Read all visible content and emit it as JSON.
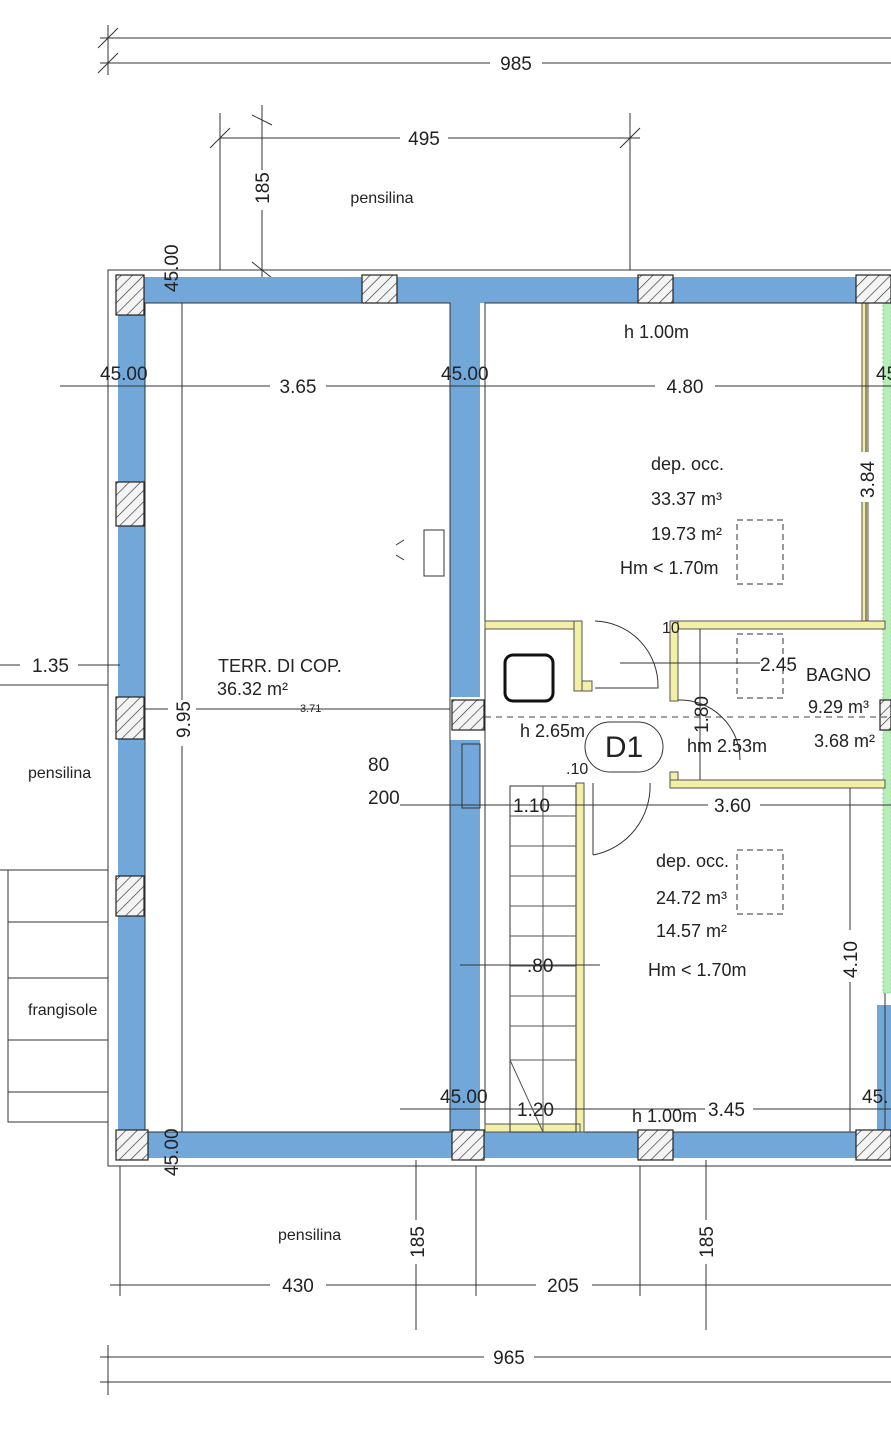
{
  "colors": {
    "wall": "#72a7da",
    "partition": "#f4efa6",
    "green": "#7fd67f"
  },
  "dimensions": {
    "total_top": "985",
    "total_bottom": "965",
    "canopy_top_width": "495",
    "canopy_top_depth": "185",
    "wall_top_left": "45.00",
    "wall_left": "45.00",
    "room_left_width": "3.65",
    "wall_mid": "45.00",
    "room_right_width": "4.80",
    "wall_right": "45",
    "right_height": "3.84",
    "left_offset": "1.35",
    "room_left_height": "9.95",
    "door_80": "80",
    "door_200": "200",
    "corr_110": "1.10",
    "d10a": ".10",
    "d10b": "10",
    "bath_245": "2.45",
    "bath_180": "1.80",
    "d360": "3.60",
    "stair_80": ".80",
    "room_410": "4.10",
    "wall_bottom_mid": "45.00",
    "d120": "1.20",
    "d345": "3.45",
    "wall_bottom_right": "45.",
    "wall_bottom_left": "45.00",
    "canopy_bottom_left": "430",
    "canopy_bottom_mid": "205",
    "canopy_bottom_depth_a": "185",
    "canopy_bottom_depth_b": "185"
  },
  "labels": {
    "pensilina_top": "pensilina",
    "pensilina_left": "pensilina",
    "pensilina_bottom": "pensilina",
    "frangisole": "frangisole",
    "h_top": "h 1.00m",
    "h_bottom": "h 1.00m",
    "h_corr": "h 2.65m",
    "hm_corr": "hm 2.53m",
    "tag": "D1"
  },
  "rooms": [
    {
      "name": "TERR. DI COP.",
      "area": "36.32 m²",
      "sub": "3.71"
    },
    {
      "name": "dep. occ.",
      "volume": "33.37 m³",
      "area": "19.73 m²",
      "hm": "Hm < 1.70m"
    },
    {
      "name": "BAGNO",
      "volume": "9.29 m³",
      "area": "3.68 m²"
    },
    {
      "name": "dep. occ.",
      "volume": "24.72 m³",
      "area": "14.57 m²",
      "hm": "Hm < 1.70m"
    }
  ]
}
